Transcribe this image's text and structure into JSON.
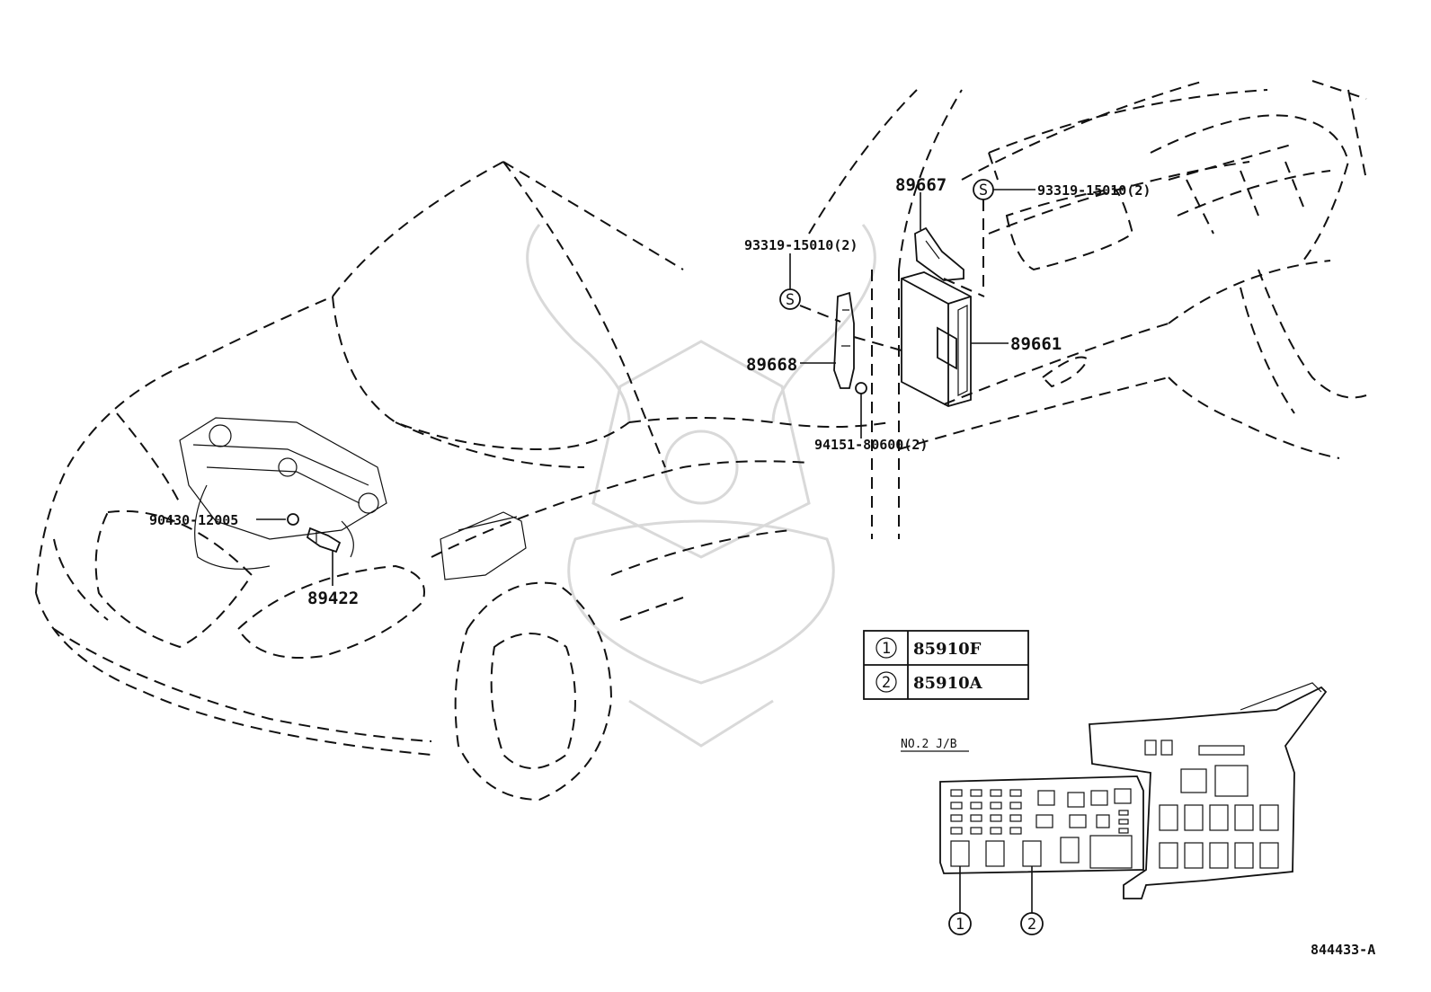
{
  "labels": {
    "p_90430": "90430-12005",
    "p_89422": "89422",
    "p_89667": "89667",
    "p_93319_top": "93319-15010(2)",
    "p_93319_left": "93319-15010(2)",
    "p_89661": "89661",
    "p_89668": "89668",
    "p_94151": "94151-80600(2)",
    "ref_code": "844433-A"
  },
  "symbols": {
    "screw": "S",
    "callout_1": "1",
    "callout_2": "2"
  },
  "legend": [
    {
      "num": "1",
      "part": "85910F"
    },
    {
      "num": "2",
      "part": "85910A"
    }
  ],
  "junction_block": {
    "label": "NO.2 J/B"
  }
}
